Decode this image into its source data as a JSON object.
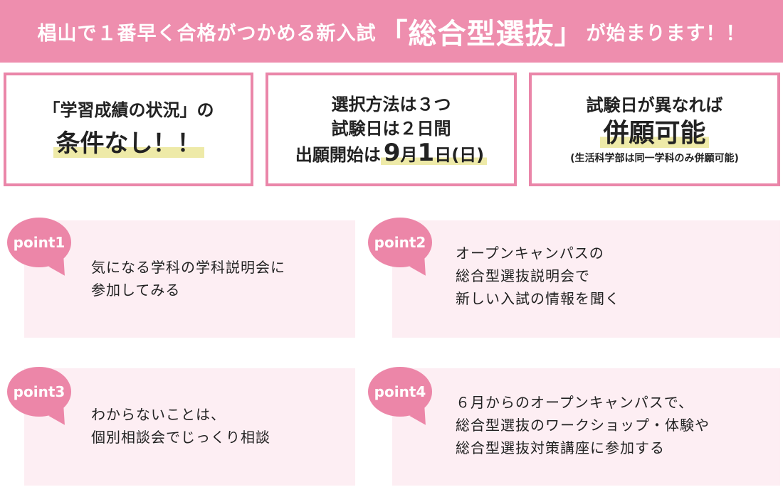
{
  "banner": {
    "prefix": "椙山で１番早く合格がつかめる新入試",
    "highlight": "「総合型選抜」",
    "suffix": "が始まります！！"
  },
  "box1": {
    "line1": "「学習成績の状況」の",
    "line2": "条件なし！！"
  },
  "box2": {
    "line1": "選択方法は３つ",
    "line2": "試験日は２日間",
    "line3_prefix": "出願開始は",
    "month": "9",
    "month_unit": "月",
    "day": "1",
    "day_unit": "日(日)"
  },
  "box3": {
    "line1": "試験日が異なれば",
    "line2": "併願可能",
    "note": "(生活科学部は同一学科のみ併願可能)"
  },
  "points": [
    {
      "label": "point1",
      "lines": [
        "気になる学科の学科説明会に",
        "参加してみる"
      ]
    },
    {
      "label": "point2",
      "lines": [
        "オープンキャンパスの",
        "総合型選抜説明会で",
        "新しい入試の情報を聞く"
      ]
    },
    {
      "label": "point3",
      "lines": [
        "わからないことは、",
        "個別相談会でじっくり相談"
      ]
    },
    {
      "label": "point4",
      "lines": [
        "６月からのオープンキャンパスで、",
        "総合型選抜のワークショップ・体験や",
        "総合型選抜対策講座に参加する"
      ]
    }
  ]
}
